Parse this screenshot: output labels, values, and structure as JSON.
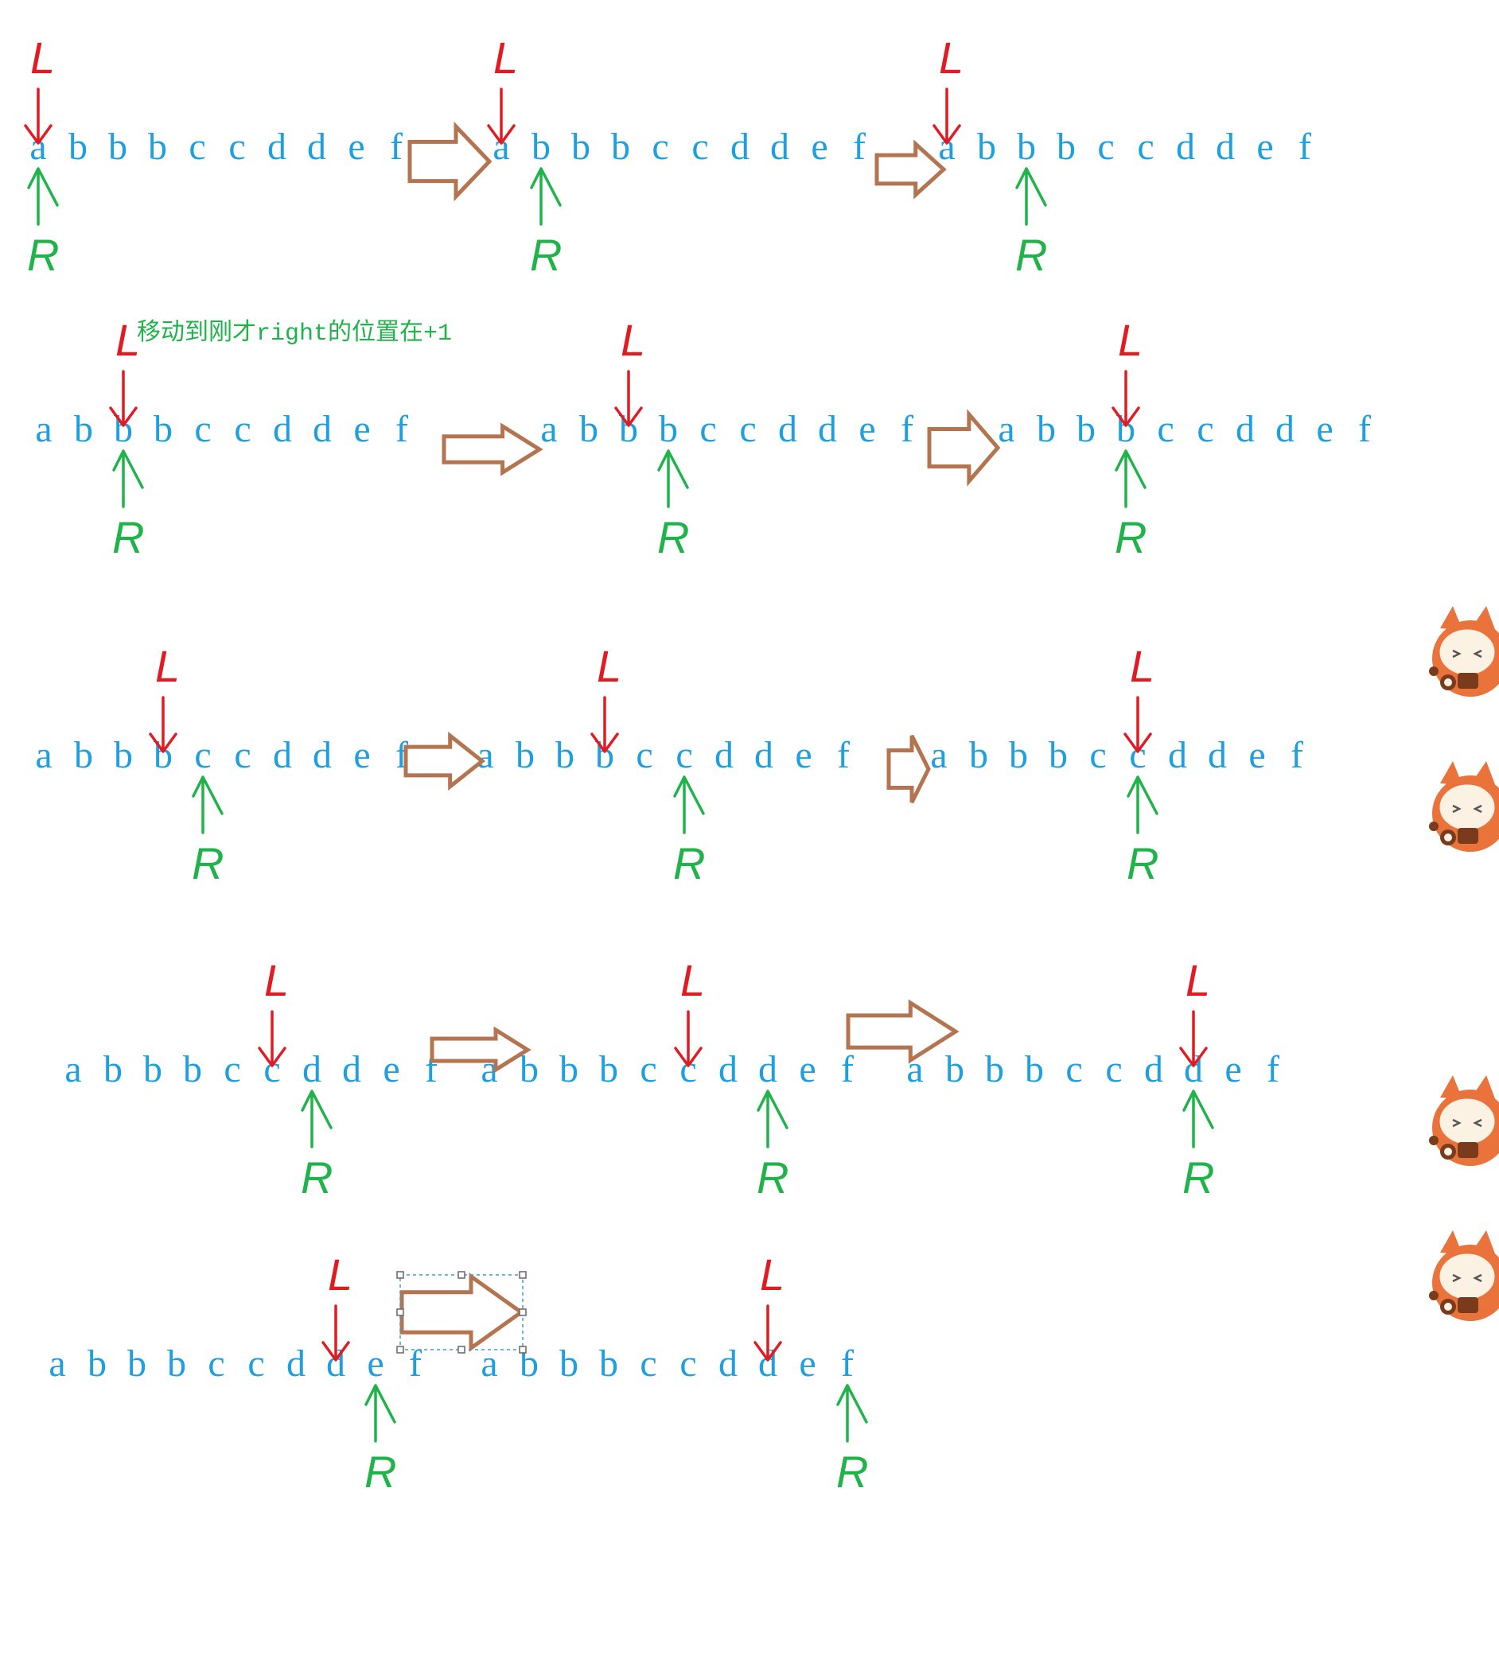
{
  "diagram": {
    "string": [
      "a",
      "b",
      "b",
      "b",
      "c",
      "c",
      "d",
      "d",
      "e",
      "f"
    ],
    "left_label": "L",
    "right_label": "R",
    "note": "移动到刚才right的位置在+1",
    "colors": {
      "characters": "#1e9fe0",
      "left_pointer": "#e21b23",
      "right_pointer": "#1fb34a",
      "flow_arrow": "#b57450",
      "note": "#1fb34a"
    },
    "steps": [
      {
        "row": 1,
        "col": 1,
        "left_index": 0,
        "right_index": 0
      },
      {
        "row": 1,
        "col": 2,
        "left_index": 0,
        "right_index": 1
      },
      {
        "row": 1,
        "col": 3,
        "left_index": 0,
        "right_index": 2
      },
      {
        "row": 2,
        "col": 1,
        "left_index": 2,
        "right_index": 2
      },
      {
        "row": 2,
        "col": 2,
        "left_index": 2,
        "right_index": 3
      },
      {
        "row": 2,
        "col": 3,
        "left_index": 3,
        "right_index": 3
      },
      {
        "row": 3,
        "col": 1,
        "left_index": 3,
        "right_index": 4
      },
      {
        "row": 3,
        "col": 2,
        "left_index": 3,
        "right_index": 5
      },
      {
        "row": 3,
        "col": 3,
        "left_index": 5,
        "right_index": 5
      },
      {
        "row": 4,
        "col": 1,
        "left_index": 5,
        "right_index": 6
      },
      {
        "row": 4,
        "col": 2,
        "left_index": 5,
        "right_index": 7
      },
      {
        "row": 4,
        "col": 3,
        "left_index": 7,
        "right_index": 7
      },
      {
        "row": 5,
        "col": 1,
        "left_index": 7,
        "right_index": 8
      },
      {
        "row": 5,
        "col": 2,
        "left_index": 7,
        "right_index": 9
      }
    ],
    "decorations": [
      "mascot-sticker",
      "mascot-sticker",
      "mascot-sticker",
      "mascot-sticker"
    ]
  }
}
